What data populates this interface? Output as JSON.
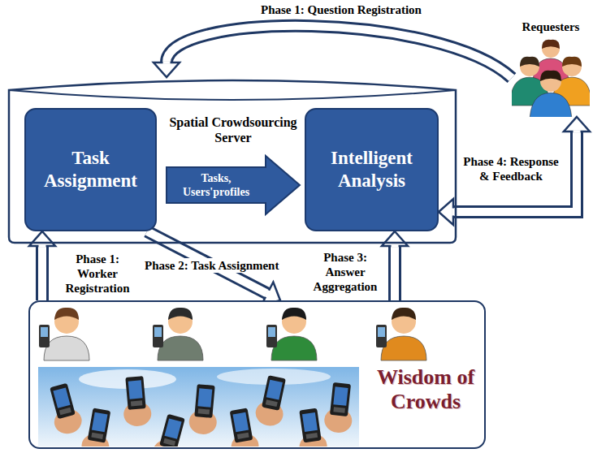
{
  "diagram": {
    "nodes": [
      {
        "text": [
          "Spatial Crowdsourcing Server"
        ]
      },
      {
        "text": [
          "Task Assignment"
        ],
        "in": 0
      },
      {
        "text": [
          "Intelligent Analysis"
        ],
        "in": 0
      },
      {
        "text": [
          "Requesters"
        ]
      },
      {
        "text": [
          "Wisdom of Crowds"
        ]
      }
    ],
    "edges": [
      {
        "from": 3,
        "to": 0,
        "arrow": "to",
        "label": "Phase 1: Question Registration"
      },
      {
        "from": 1,
        "to": 2,
        "arrow": "to",
        "label": "Tasks, Users'profiles"
      },
      {
        "from": 4,
        "to": 1,
        "arrow": "to",
        "label": "Phase 1: Worker Registration"
      },
      {
        "from": 1,
        "to": 4,
        "arrow": "to",
        "label": "Phase 2: Task Assignment"
      },
      {
        "from": 4,
        "to": 2,
        "arrow": "to",
        "label": "Phase 3: Answer Aggregation"
      },
      {
        "from": 2,
        "to": 3,
        "arrow": "both",
        "label": "Phase 4: Response & Feedback"
      }
    ]
  }
}
